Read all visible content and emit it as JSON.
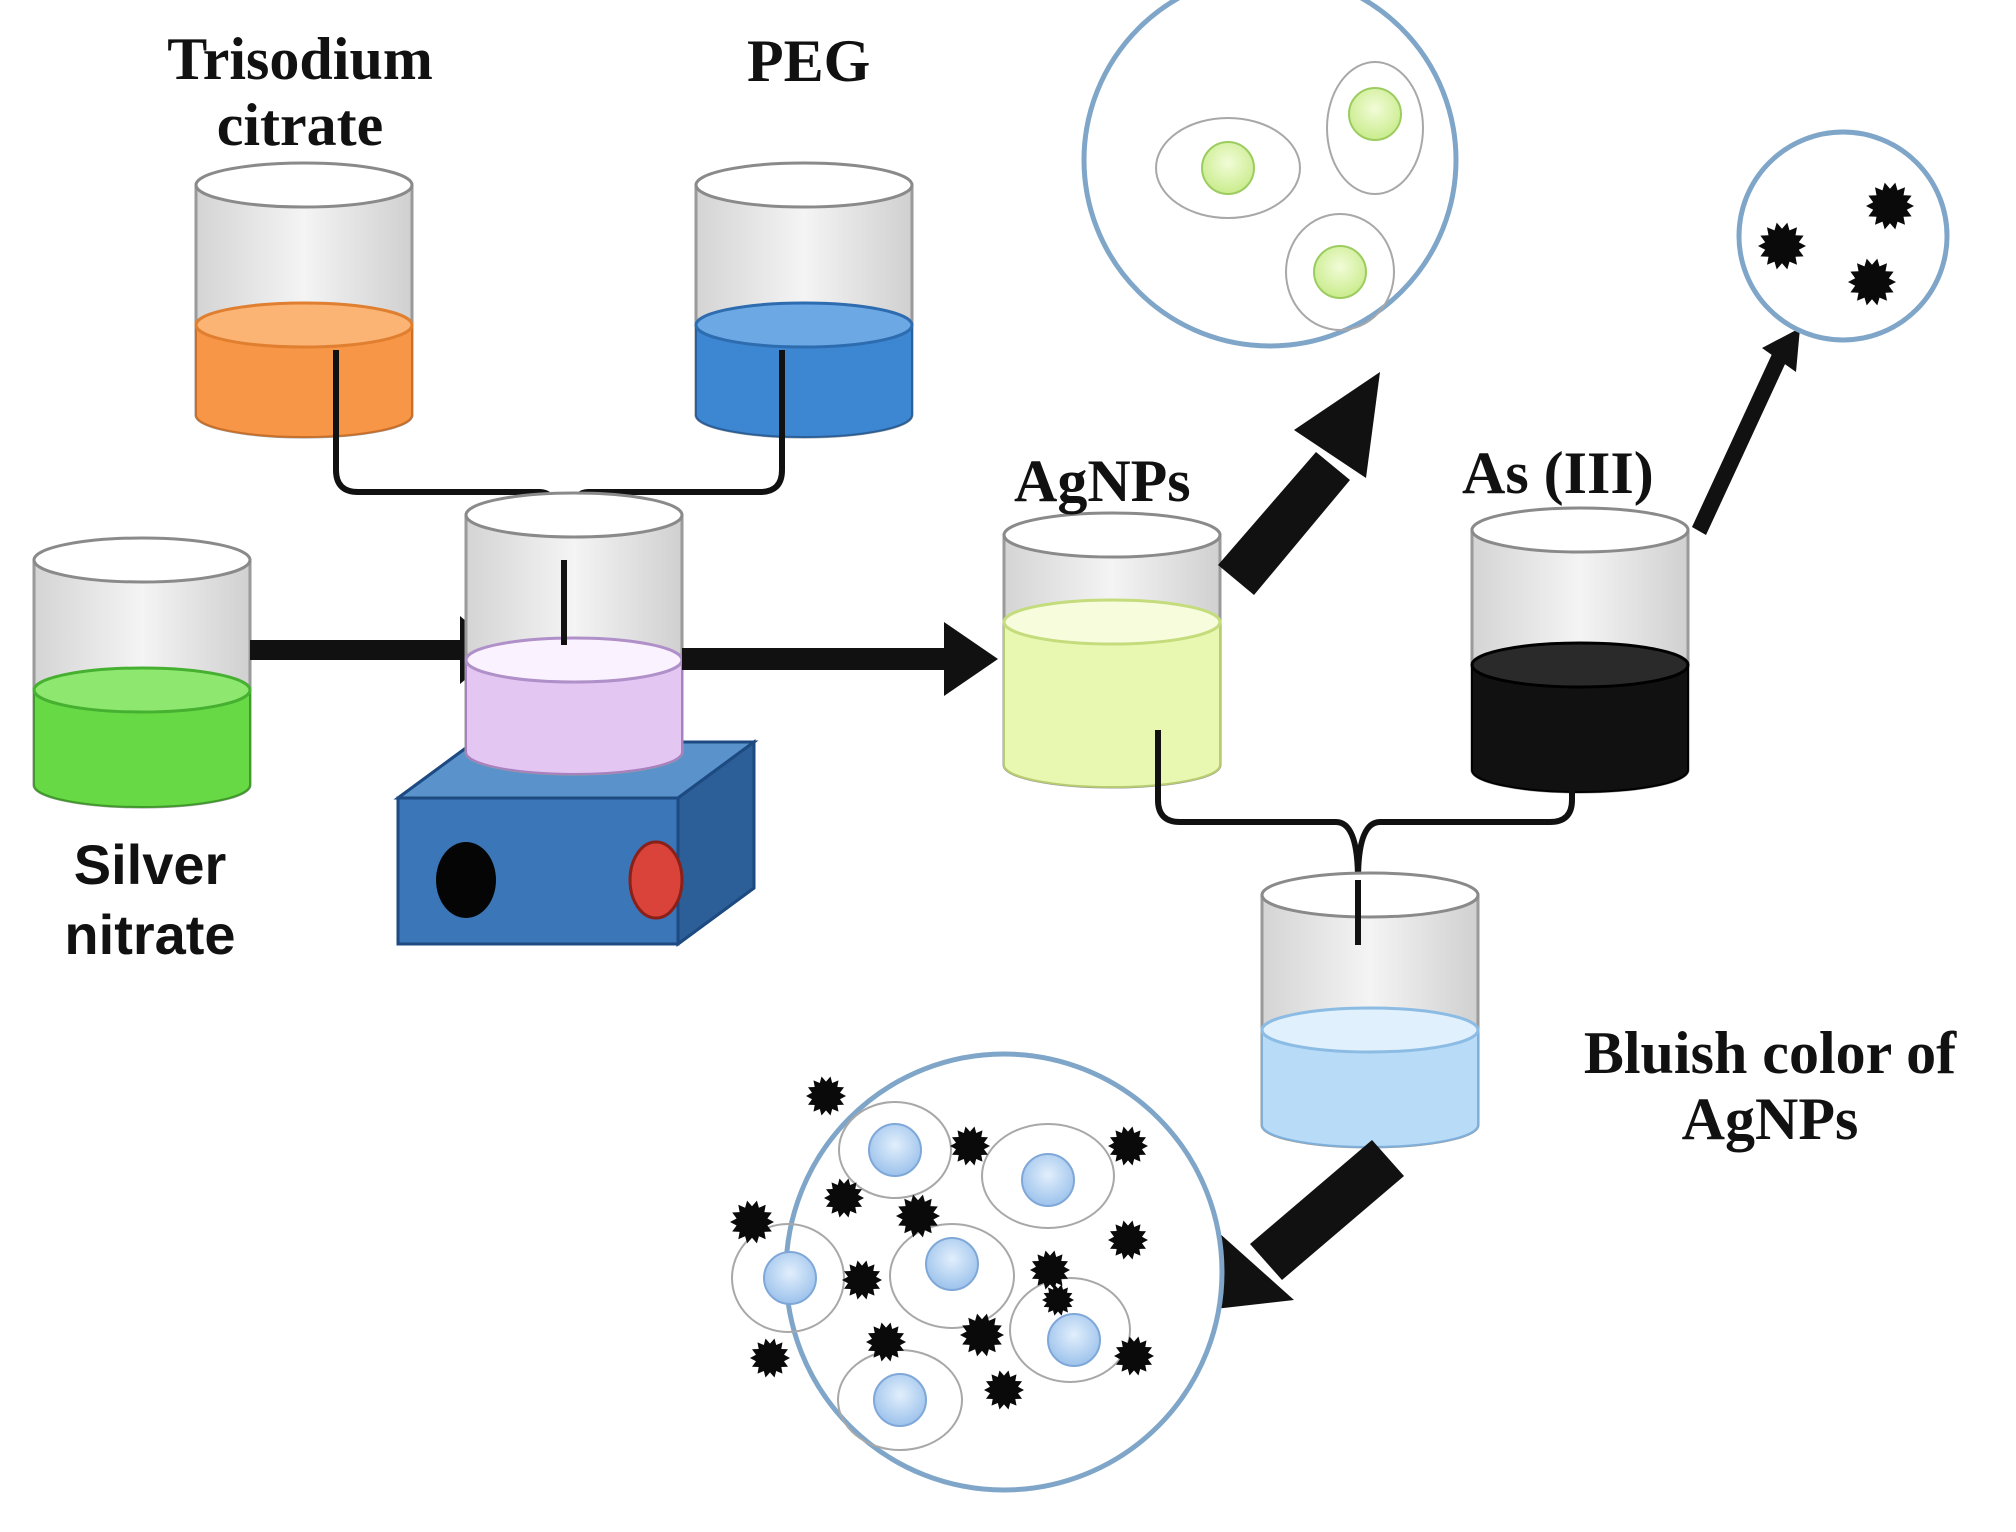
{
  "labels": {
    "trisodium_line1": "Trisodium",
    "trisodium_line2": "citrate",
    "peg": "PEG",
    "silver_line1": "Silver",
    "silver_line2": "nitrate",
    "agnps": "AgNPs",
    "as3": "As (III)",
    "bluish_line1": "Bluish color of",
    "bluish_line2": "AgNPs"
  },
  "colors": {
    "trisodium_citrate": "#f79646",
    "peg": "#3d86d2",
    "silver_nitrate": "#66d945",
    "mixing": "#e4c6f2",
    "agnps": "#e8f8b0",
    "as3": "#111111",
    "bluish": "#b8dcf8",
    "stirrer": "#3a76b8",
    "circle_border": "#7fa6c8"
  }
}
